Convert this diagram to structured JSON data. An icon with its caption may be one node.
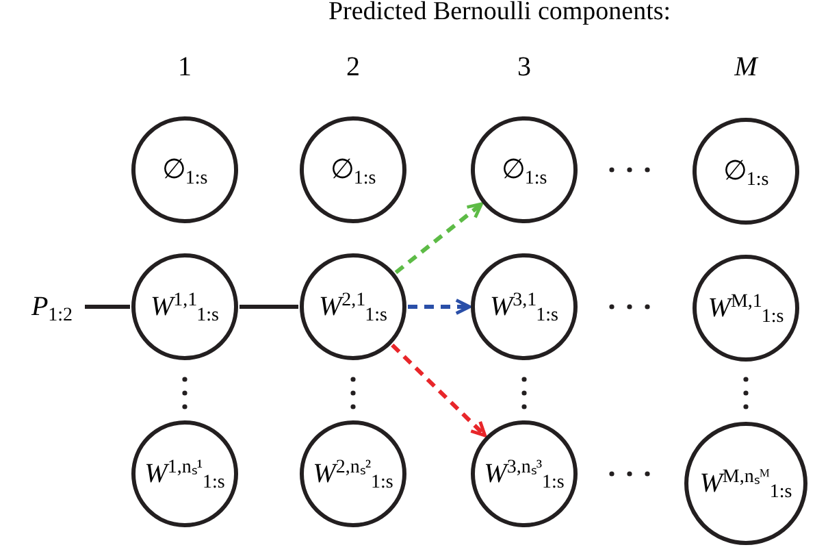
{
  "diagram": {
    "title": "Predicted Bernoulli components:",
    "nodes": [
      {
        "text": [
          "∅$_{1:s}$"
        ]
      },
      {
        "text": [
          "∅$_{1:s}$"
        ]
      },
      {
        "text": [
          "∅$_{1:s}$"
        ]
      },
      {
        "text": [
          "∅$_{1:s}$"
        ]
      },
      {
        "text": [
          "*P*$_{1:2}$"
        ]
      },
      {
        "text": [
          "*W*$^{1,1}$$_{1:s}$"
        ]
      },
      {
        "text": [
          "*W*$^{2,1}$$_{1:s}$"
        ]
      },
      {
        "text": [
          "*W*$^{3,1}$$_{1:s}$"
        ]
      },
      {
        "text": [
          "*W*$^{M,1}$$_{1:s}$"
        ]
      },
      {
        "text": [
          "*W*$^{1,nₛ¹}$$_{1:s}$"
        ]
      },
      {
        "text": [
          "*W*$^{2,nₛ²}$$_{1:s}$"
        ]
      },
      {
        "text": [
          "*W*$^{3,nₛ³}$$_{1:s}$"
        ]
      },
      {
        "text": [
          "*W*$^{M,nₛᴹ}$$_{1:s}$"
        ]
      }
    ],
    "edges": [
      {
        "from": 4,
        "to": 5,
        "arrow": "none"
      },
      {
        "from": 5,
        "to": 6,
        "arrow": "none"
      },
      {
        "from": 6,
        "to": 2,
        "arrow": "to",
        "style": "dashed",
        "color": "#5dbb46"
      },
      {
        "from": 6,
        "to": 7,
        "arrow": "to",
        "style": "dashed",
        "color": "#2a4fa8"
      },
      {
        "from": 6,
        "to": 11,
        "arrow": "to",
        "style": "dashed",
        "color": "#e8262a"
      }
    ],
    "labels": [
      "1",
      "2",
      "3",
      "*M*"
    ]
  }
}
